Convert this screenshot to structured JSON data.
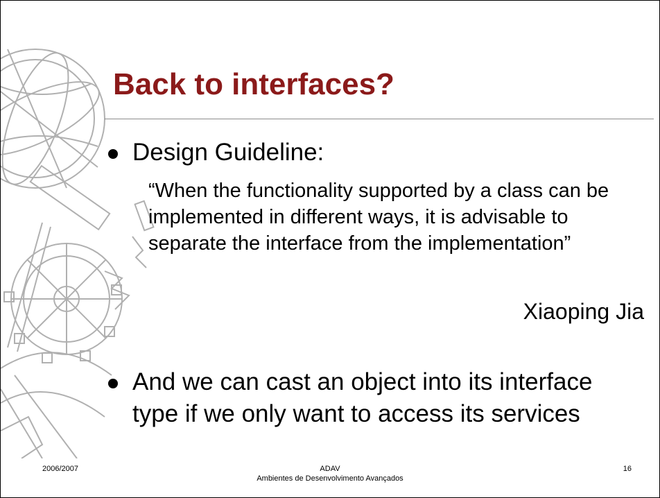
{
  "slide": {
    "title": "Back to interfaces?",
    "bullets": [
      {
        "text": "Design Guideline:"
      },
      {
        "text": "And we can cast an object into its interface type if we only want to access its services"
      }
    ],
    "quote": "“When the functionality supported by a class can be implemented in different ways, it is advisable to separate the interface from the implementation”",
    "quote_author": "Xiaoping Jia",
    "footer": {
      "date": "2006/2007",
      "course_code": "ADAV",
      "course_name": "Ambientes de Desenvolvimento Avançados",
      "page_number": "16"
    }
  },
  "colors": {
    "title": "#8b1a1a",
    "rule": "#8c8c8c",
    "decoration": "#b0b0b0"
  }
}
